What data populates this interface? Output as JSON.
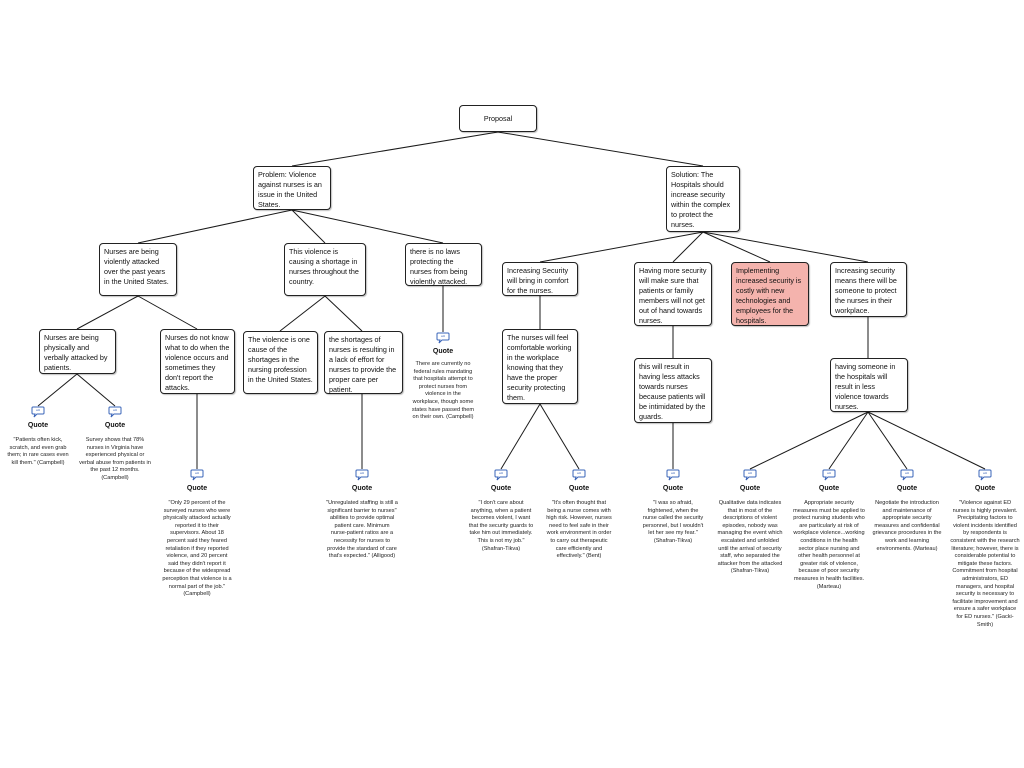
{
  "root": "Proposal",
  "problem": "Problem: Violence against nurses is an issue in the United States.",
  "solution": "Solution: The Hospitals should increase security within the complex to protect the nurses.",
  "p1": "Nurses are being violently attacked over the past years in the United States.",
  "p2": "This violence is causing a shortage in nurses throughout the country.",
  "p3": "there is no laws protecting the nurses from being violently attacked.",
  "p1a": "Nurses are being physically and verbally attacked by patients.",
  "p1b": "Nurses do not know what to do when the violence occurs and sometimes they don't report the attacks.",
  "p2a": "The violence is one cause of the shortages in the nursing profession in the United States.",
  "p2b": "the shortages of nurses is resulting in a lack of effort for nurses to provide the proper care per patient.",
  "s1": "Increasing Security will bring in comfort for the nurses.",
  "s2": "Having more security will make sure that patients or family members will not get out of hand towards nurses.",
  "s3": "Implementing increased security is costly with new technologies and employees for the hospitals.",
  "s4": "Increasing security means there will be someone to protect the nurses in their workplace.",
  "s1a": "The nurses will feel comfortable working in the workplace knowing that they have the proper security protecting them.",
  "s2a": "this will result in having less attacks towards nurses because patients will be intimidated by the guards.",
  "s4a": "having someone in the hospitals will result in less violence towards nurses.",
  "quote_label": "Quote",
  "quotes": {
    "q1": "\"Patients often kick, scratch, and even grab them; in rare cases even kill them.\" (Campbell)",
    "q2": "Survey shows that 78% nurses in Virginia have experienced physical or verbal abuse from patients in the past 12 months. (Campbell)",
    "q3": "\"Only 29 percent of the surveyed nurses who were physically attacked actually reported it to their supervisors. About 18 percent said they feared retaliation if they reported violence, and 20 percent said they didn't report it because of the widespread perception that violence is a normal part of the job.\" (Campbell)",
    "q4": "\"Unregulated staffing is still a significant barrier to nurses\" abilities to provide optimal patient care. Minimum nurse-patient ratios are a necessity for nurses to provide the standard of care that's expected.\" (Alligood)",
    "q5": "There are currently no federal rules mandating that hospitals attempt to protect nurses from violence in the workplace, though some states have passed them on their own. (Campbell)",
    "q6": "\"I don't care about anything, when a patient becomes violent, I want that the security guards to take him out immediately. This is not my job.\" (Shafran-Tikva)",
    "q7": "\"It's often thought that being a nurse comes with high risk. However, nurses need to feel safe in their work environment in order to carry out therapeutic care efficiently and effectively.\" (Bent)",
    "q8": "\"I was so afraid, frightened, when the nurse called the security personnel, but I wouldn't let her see my fear.\" (Shafran-Tikva)",
    "q9": "Qualitative data indicates that in most of the descriptions of violent episodes, nobody was managing the event which escalated and unfolded until the arrival of security staff, who separated the attacker from the attacked (Shafran-Tikva)",
    "q10": "Appropriate security measures must be applied to protect nursing students who are particularly at risk of workplace violence...working conditions in the health sector place nursing and other health personnel at greater risk of violence, because of poor security measures in health facilities. (Marteau)",
    "q11": "Negotiate the introduction and maintenance of appropriate security measures and confidential grievance procedures in the work and learning environments. (Marteau)",
    "q12": "\"Violence against ED nurses is highly prevalent. Precipitating factors to violent incidents identified by respondents is consistent with the research literature; however, there is considerable potential to mitigate these factors. Commitment from hospital administrators, ED managers, and hospital security is necessary to facilitate improvement and ensure a safer workplace for ED nurses.\" (Gacki-Smith)"
  },
  "colors": {
    "line": "#1a1a1a",
    "highlight": "#f4b3ad",
    "icon": "#3a64b8"
  }
}
